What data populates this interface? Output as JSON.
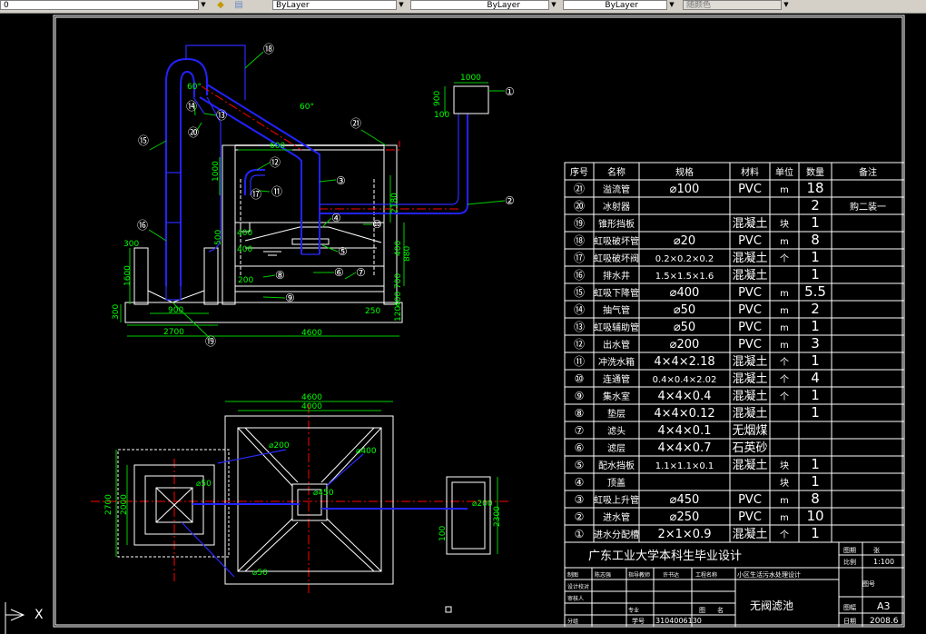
{
  "app": {
    "toolbar": {
      "layer_value": "0",
      "color_value": "ByLayer",
      "linetype_value": "ByLayer",
      "lineweight_value": "ByLayer",
      "plotstyle_value": "随颜色",
      "layer_state_icon": "layer-state-icon",
      "layer_prev_icon": "layer-previous-icon"
    }
  },
  "drawing": {
    "elevation": {
      "dim_600": "600",
      "dim_1000_top": "1000",
      "dim_900_tank": "900",
      "dim_100_tank": "100",
      "dim_1000_side": "1000",
      "dim_500": "500",
      "dim_400a": "400",
      "dim_400b": "400",
      "dim_300": "300",
      "dim_1600": "1600",
      "dim_300b": "300",
      "dim_900_bot": "900",
      "dim_200": "200",
      "dim_2180": "2180",
      "dim_400c": "400",
      "dim_880": "880",
      "dim_700": "700",
      "dim_400d": "400",
      "dim_120": "120",
      "dim_250": "250",
      "dim_2700": "2700",
      "dim_4600": "4600",
      "angle_60a": "60°",
      "angle_60b": "60°",
      "callouts": [
        "①",
        "②",
        "③",
        "④",
        "⑤",
        "⑥",
        "⑦",
        "⑧",
        "⑨",
        "⑩",
        "⑪",
        "⑫",
        "⑬",
        "⑭",
        "⑮",
        "⑯",
        "⑰",
        "⑱",
        "⑲",
        "⑳",
        "㉑"
      ]
    },
    "plan": {
      "dim_4600": "4600",
      "dim_4000": "4000",
      "dim_2700": "2700",
      "dim_2000": "2000",
      "dim_2300": "2300",
      "dim_100": "100",
      "pipe_200": "⌀200",
      "pipe_200b": "⌀200",
      "pipe_400": "⌀400",
      "pipe_450": "⌀450",
      "pipe_50": "⌀50",
      "pipe_50b": "⌀50"
    },
    "bom": {
      "headers": [
        "序号",
        "名称",
        "规格",
        "材料",
        "单位",
        "数量",
        "备注"
      ],
      "rows": [
        [
          "㉑",
          "溢流管",
          "⌀100",
          "PVC",
          "m",
          "18",
          ""
        ],
        [
          "⑳",
          "冰射器",
          "",
          "",
          "",
          "2",
          "购二装一"
        ],
        [
          "⑲",
          "锥形挡板",
          "",
          "混凝土",
          "块",
          "1",
          ""
        ],
        [
          "⑱",
          "虹吸破坏管",
          "⌀20",
          "PVC",
          "m",
          "8",
          ""
        ],
        [
          "⑰",
          "虹吸破坏阀",
          "0.2×0.2×0.2",
          "混凝土",
          "个",
          "1",
          ""
        ],
        [
          "⑯",
          "排水井",
          "1.5×1.5×1.6",
          "混凝土",
          "",
          "1",
          ""
        ],
        [
          "⑮",
          "虹吸下降管",
          "⌀400",
          "PVC",
          "m",
          "5.5",
          ""
        ],
        [
          "⑭",
          "抽气管",
          "⌀50",
          "PVC",
          "m",
          "2",
          ""
        ],
        [
          "⑬",
          "虹吸辅助管",
          "⌀50",
          "PVC",
          "m",
          "1",
          ""
        ],
        [
          "⑫",
          "出水管",
          "⌀200",
          "PVC",
          "m",
          "3",
          ""
        ],
        [
          "⑪",
          "冲洗水箱",
          "4×4×2.18",
          "混凝土",
          "个",
          "1",
          ""
        ],
        [
          "⑩",
          "连通管",
          "0.4×0.4×2.02",
          "混凝土",
          "个",
          "4",
          ""
        ],
        [
          "⑨",
          "集水室",
          "4×4×0.4",
          "混凝土",
          "个",
          "1",
          ""
        ],
        [
          "⑧",
          "垫层",
          "4×4×0.12",
          "混凝土",
          "",
          "1",
          ""
        ],
        [
          "⑦",
          "滤头",
          "4×4×0.1",
          "无烟煤",
          "",
          "",
          ""
        ],
        [
          "⑥",
          "滤层",
          "4×4×0.7",
          "石英砂",
          "",
          "",
          ""
        ],
        [
          "⑤",
          "配水挡板",
          "1.1×1.1×0.1",
          "混凝土",
          "块",
          "1",
          ""
        ],
        [
          "④",
          "顶盖",
          "",
          "",
          "块",
          "1",
          ""
        ],
        [
          "③",
          "虹吸上升管",
          "⌀450",
          "PVC",
          "m",
          "8",
          ""
        ],
        [
          "②",
          "进水管",
          "⌀250",
          "PVC",
          "m",
          "10",
          ""
        ],
        [
          "①",
          "进水分配槽",
          "2×1×0.9",
          "混凝土",
          "个",
          "1",
          ""
        ]
      ]
    },
    "title_block": {
      "school": "广东工业大学本科生毕业设计",
      "drawing_name": "无阀滤池",
      "project": "小区生活污水处理设计",
      "scale_label": "比例",
      "scale_value": "1:100",
      "pages_label": "图期",
      "pages_value": "张",
      "sheet_no_label": "图号",
      "size_label": "图幅",
      "size_value": "A3",
      "date_label": "日期",
      "date_value": "2008.6",
      "student_no_label": "学号",
      "student_no_value": "3104006130",
      "r1": [
        "制图",
        "陈志强",
        "指导教师",
        "许书达",
        "工程名称"
      ],
      "r2": [
        "设计校对",
        "",
        "",
        ""
      ],
      "r3": [
        "审核人",
        "",
        "",
        ""
      ],
      "r4": [
        "专业",
        "",
        "图",
        "名"
      ],
      "r5": [
        "分组",
        "",
        "",
        ""
      ]
    },
    "ucs_label": "X"
  }
}
